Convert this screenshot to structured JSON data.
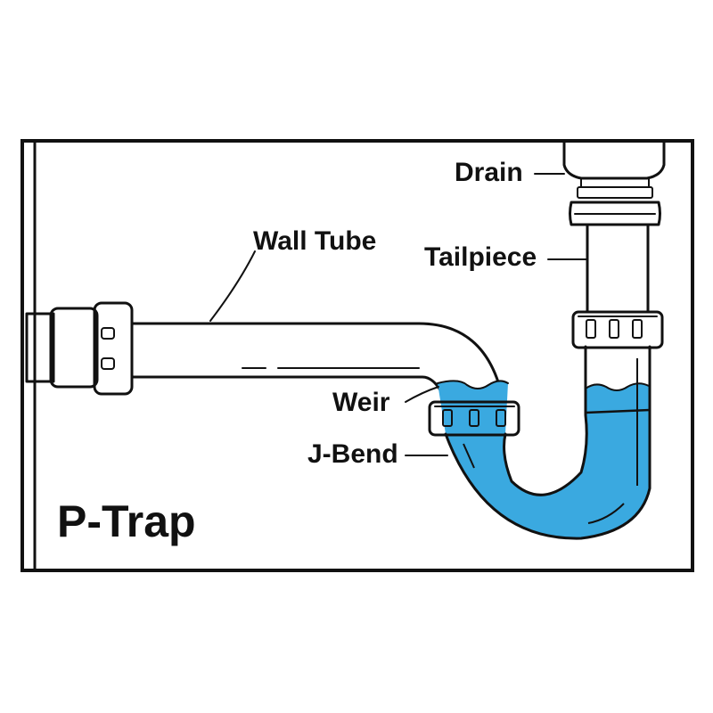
{
  "title": "P-Trap",
  "labels": {
    "drain": "Drain",
    "wall_tube": "Wall Tube",
    "tailpiece": "Tailpiece",
    "weir": "Weir",
    "j_bend": "J-Bend"
  },
  "colors": {
    "water": "#3aa9e0",
    "outline": "#111111",
    "background": "#ffffff"
  }
}
